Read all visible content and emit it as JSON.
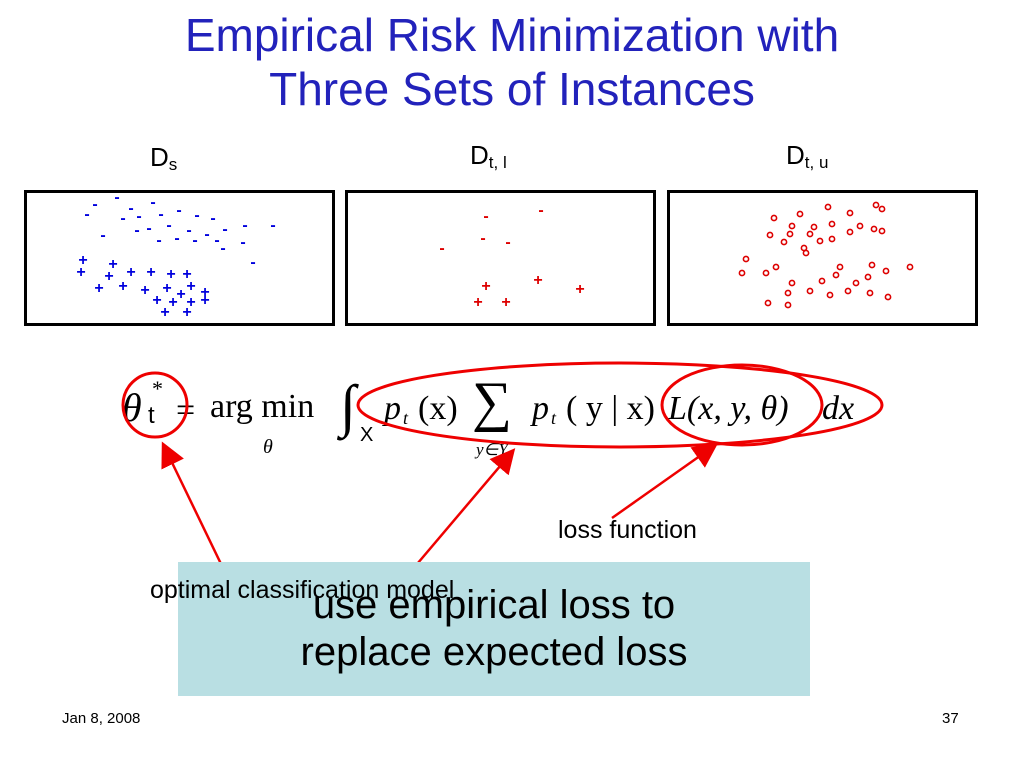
{
  "slide": {
    "title_line1": "Empirical Risk Minimization with",
    "title_line2": "Three Sets of Instances"
  },
  "sets": {
    "source": {
      "base": "D",
      "sub": "s"
    },
    "target_labeled": {
      "base": "D",
      "sub": "t, l"
    },
    "target_unlabeled": {
      "base": "D",
      "sub": "t, u"
    }
  },
  "markers": {
    "negative": "-",
    "positive": "+",
    "unlabeled": "o"
  },
  "formula": {
    "theta": "θ",
    "star": "*",
    "t_sub": "t",
    "equals": "=",
    "argmin": "arg min",
    "argmin_sub": "θ",
    "integral": "∫",
    "integral_sub": "X",
    "pt_x": "p",
    "pt_x_sub": "t",
    "x_arg": "(x)",
    "sum": "∑",
    "sum_sub": "y∈Y",
    "pt_yx": "p",
    "pt_yx_sub": "t",
    "yx_arg": "( y | x)",
    "loss": "L(x, y, θ)",
    "dx": "dx"
  },
  "annotations": {
    "loss_function": "loss function",
    "optimal_model": "optimal classification model"
  },
  "callout": {
    "line1": "use empirical loss to",
    "line2": "replace expected loss"
  },
  "footer": {
    "date": "Jan 8, 2008",
    "page": "37"
  },
  "colors": {
    "title": "#2222bb",
    "source_points": "#0000dd",
    "target_points": "#dd0000",
    "annotation": "#ee0000",
    "callout_bg": "#b9dfe3"
  }
}
